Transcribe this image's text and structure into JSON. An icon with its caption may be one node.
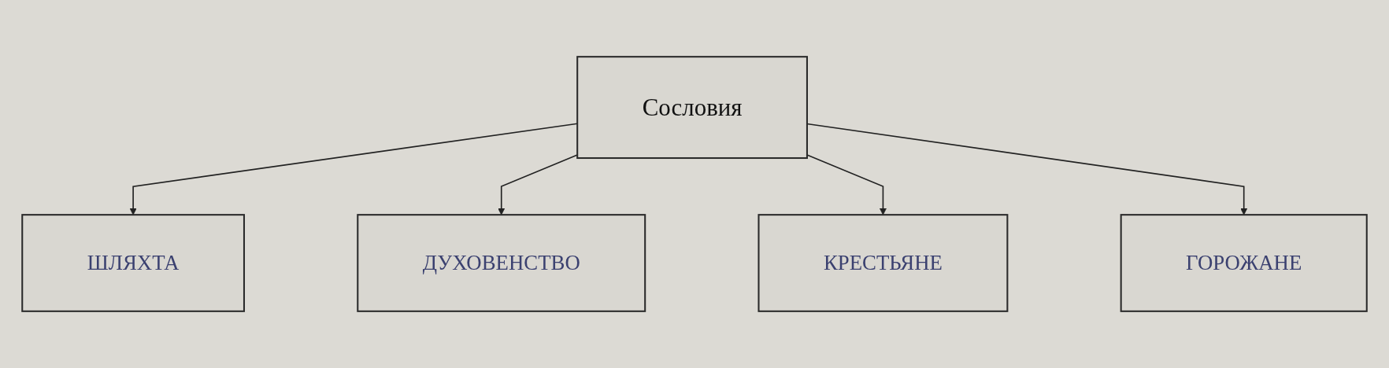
{
  "diagram": {
    "nodes": [
      {
        "text": [
          "Сословия"
        ]
      },
      {
        "text": [
          "ШЛЯХТА"
        ]
      },
      {
        "text": [
          "ДУХОВЕНСТВО"
        ]
      },
      {
        "text": [
          "КРЕСТЬЯНЕ"
        ]
      },
      {
        "text": [
          "ГОРОЖАНЕ"
        ]
      }
    ],
    "edges": [
      {
        "from": 0,
        "to": 1,
        "arrow": "to"
      },
      {
        "from": 0,
        "to": 2,
        "arrow": "to"
      },
      {
        "from": 0,
        "to": 3,
        "arrow": "to"
      },
      {
        "from": 0,
        "to": 4,
        "arrow": "to"
      }
    ]
  }
}
